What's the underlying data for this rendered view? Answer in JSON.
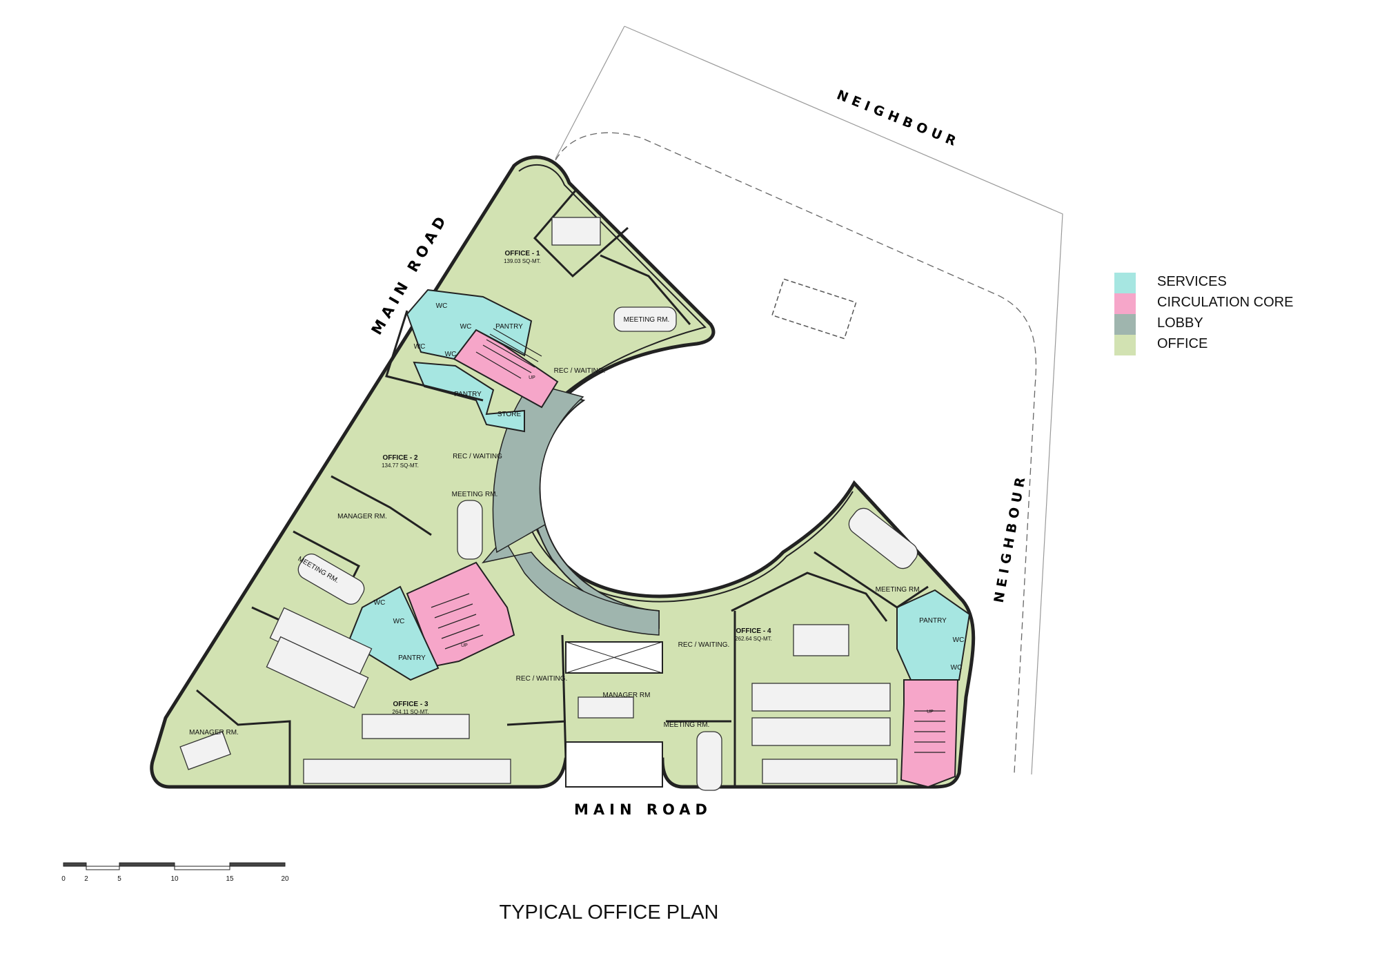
{
  "title": "TYPICAL OFFICE PLAN",
  "colors": {
    "services": "#a6e6e1",
    "circulation": "#f6a6c9",
    "lobby": "#9fb5ae",
    "office": "#d2e2b2",
    "line": "#111111"
  },
  "legend": [
    {
      "label": "SERVICES",
      "color": "#a6e6e1"
    },
    {
      "label": "CIRCULATION CORE",
      "color": "#f6a6c9"
    },
    {
      "label": "LOBBY",
      "color": "#9fb5ae"
    },
    {
      "label": "OFFICE",
      "color": "#d2e2b2"
    }
  ],
  "roads": {
    "main_road_left": "MAIN ROAD",
    "main_road_bottom": "MAIN ROAD",
    "neighbour_top": "NEIGHBOUR",
    "neighbour_right": "NEIGHBOUR"
  },
  "offices": [
    {
      "name": "OFFICE - 1",
      "area": "139.03 SQ-MT."
    },
    {
      "name": "OFFICE - 2",
      "area": "134.77 SQ-MT."
    },
    {
      "name": "OFFICE - 3",
      "area": "264.11 SQ-MT."
    },
    {
      "name": "OFFICE - 4",
      "area": "262.64 SQ-MT."
    }
  ],
  "rooms": {
    "wc": "WC",
    "pantry": "PANTRY",
    "store": "STORE",
    "rec_waiting": "REC / WAITING.",
    "rec_waiting_short": "REC / WAITING",
    "meeting": "MEETING RM.",
    "manager": "MANAGER RM.",
    "manager_short": "MANAGER RM",
    "up": "UP"
  },
  "scale_labels": [
    "0",
    "2",
    "5",
    "10",
    "15",
    "20"
  ]
}
